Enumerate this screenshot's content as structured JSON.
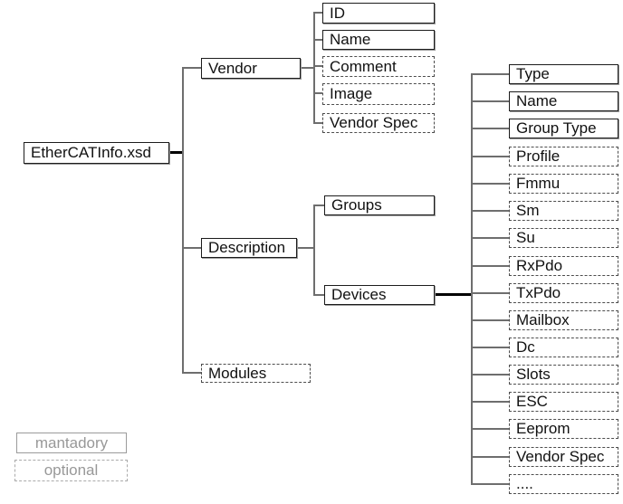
{
  "tree": {
    "root": {
      "label": "EtherCATInfo.xsd",
      "kind": "mandatory"
    },
    "vendor": {
      "label": "Vendor",
      "kind": "mandatory",
      "children": [
        {
          "label": "ID",
          "kind": "mandatory"
        },
        {
          "label": "Name",
          "kind": "mandatory"
        },
        {
          "label": "Comment",
          "kind": "optional"
        },
        {
          "label": "Image",
          "kind": "optional"
        },
        {
          "label": "Vendor Spec",
          "kind": "optional"
        }
      ]
    },
    "description": {
      "label": "Description",
      "kind": "mandatory",
      "children": [
        {
          "label": "Groups",
          "kind": "mandatory"
        },
        {
          "label": "Devices",
          "kind": "mandatory"
        }
      ]
    },
    "devices_children": [
      {
        "label": "Type",
        "kind": "mandatory"
      },
      {
        "label": "Name",
        "kind": "mandatory"
      },
      {
        "label": "Group Type",
        "kind": "mandatory"
      },
      {
        "label": "Profile",
        "kind": "optional"
      },
      {
        "label": "Fmmu",
        "kind": "optional"
      },
      {
        "label": "Sm",
        "kind": "optional"
      },
      {
        "label": "Su",
        "kind": "optional"
      },
      {
        "label": "RxPdo",
        "kind": "optional"
      },
      {
        "label": "TxPdo",
        "kind": "optional"
      },
      {
        "label": "Mailbox",
        "kind": "optional"
      },
      {
        "label": "Dc",
        "kind": "optional"
      },
      {
        "label": "Slots",
        "kind": "optional"
      },
      {
        "label": "ESC",
        "kind": "optional"
      },
      {
        "label": "Eeprom",
        "kind": "optional"
      },
      {
        "label": "Vendor Spec",
        "kind": "optional"
      },
      {
        "label": "....",
        "kind": "optional"
      }
    ],
    "modules": {
      "label": "Modules",
      "kind": "optional"
    }
  },
  "legend": {
    "mandatory_label": "mantadory",
    "optional_label": "optional"
  },
  "colors": {
    "box_border": "#1c1c1c",
    "connector_gray": "#6e6e6e",
    "connector_black": "#000000",
    "legend_gray": "#989898"
  }
}
